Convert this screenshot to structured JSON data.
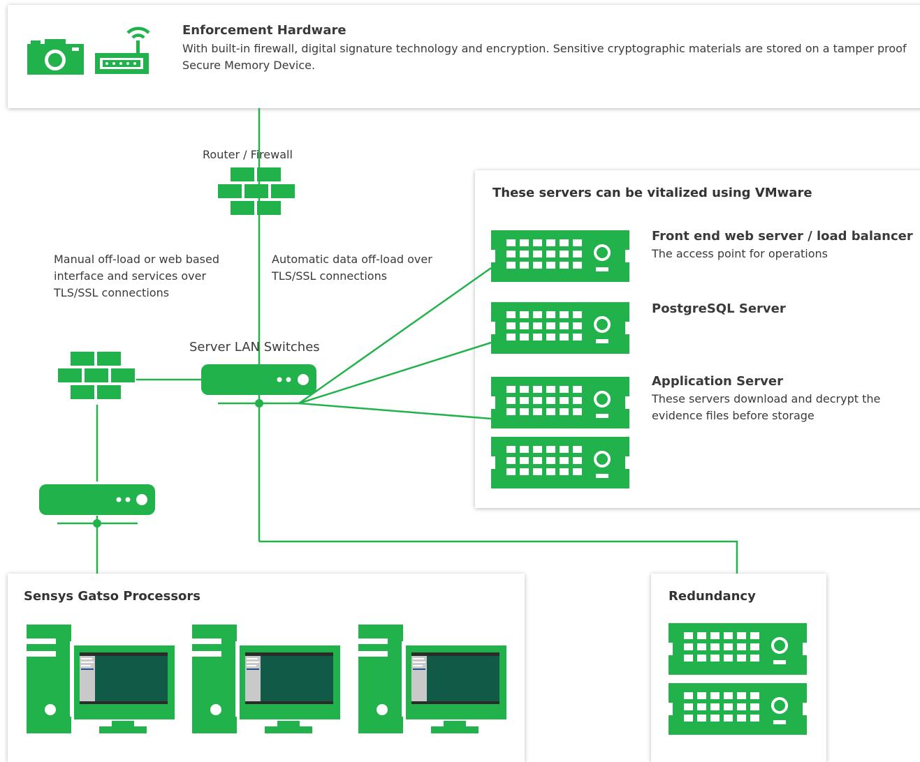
{
  "enforcement": {
    "title": "Enforcement Hardware",
    "description": "With built-in firewall, digital signature technology and encryption. Sensitive cryptographic materials are stored on a tamper proof Secure Memory Device."
  },
  "router_label": "Router / Firewall",
  "manual_offload": "Manual off-load or web based interface and services over TLS/SSL connections",
  "auto_offload": "Automatic data off-load over TLS/SSL connections",
  "switch_label": "Server LAN Switches",
  "vm_panel": {
    "title": "These servers can be vitalized using VMware",
    "servers": [
      {
        "name": "Front end web server / load balancer",
        "description": "The access point for operations"
      },
      {
        "name": "PostgreSQL Server",
        "description": ""
      },
      {
        "name": "Application Server",
        "description": "These servers download and decrypt the evidence files before storage"
      }
    ]
  },
  "processors": {
    "title": "Sensys Gatso Processors"
  },
  "redundancy": {
    "title": "Redundancy"
  },
  "colors": {
    "green": "#21b24b",
    "dark_teal": "#115a48",
    "line": "#21b24b"
  },
  "icons": [
    "camera-icon",
    "wifi-router-icon",
    "firewall-icon",
    "switch-icon",
    "server-icon",
    "workstation-icon"
  ]
}
